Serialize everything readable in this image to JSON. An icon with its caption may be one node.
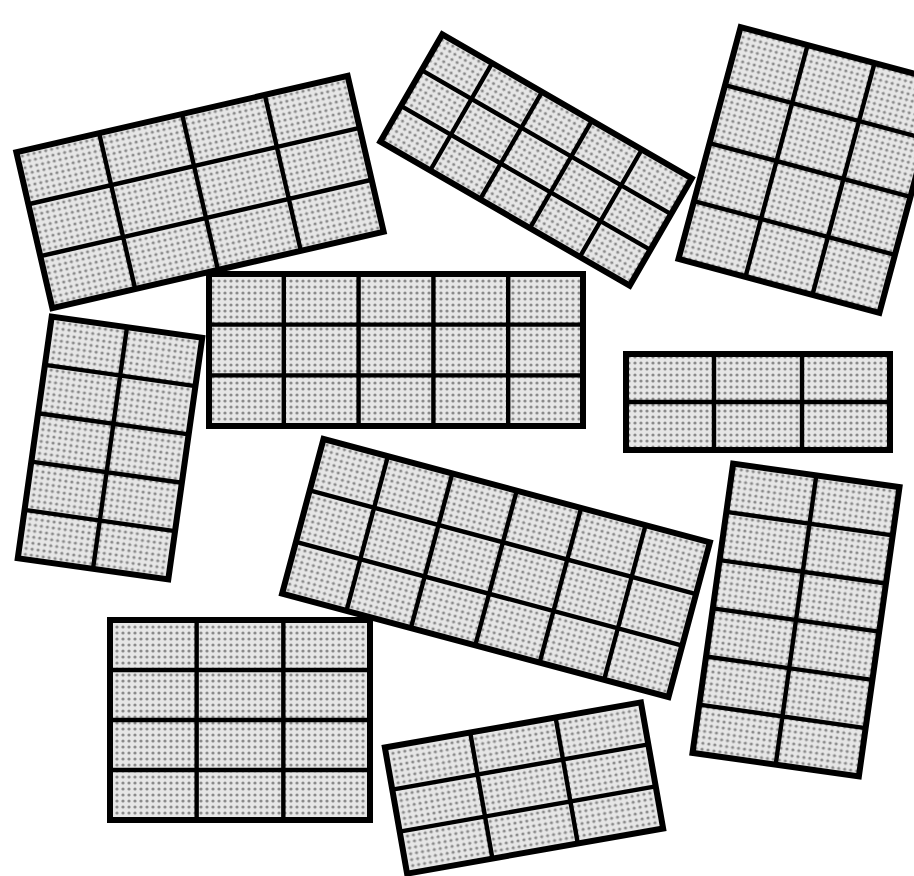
{
  "diagram": {
    "nodes": [
      {
        "text": [],
        "shape": "grid"
      },
      {
        "text": [],
        "shape": "grid"
      },
      {
        "text": [],
        "shape": "grid"
      },
      {
        "text": [],
        "shape": "grid"
      },
      {
        "text": [],
        "shape": "grid"
      },
      {
        "text": [],
        "shape": "grid"
      },
      {
        "text": [],
        "shape": "grid"
      },
      {
        "text": [],
        "shape": "grid"
      },
      {
        "text": [],
        "shape": "grid"
      },
      {
        "text": [],
        "shape": "grid"
      }
    ]
  }
}
